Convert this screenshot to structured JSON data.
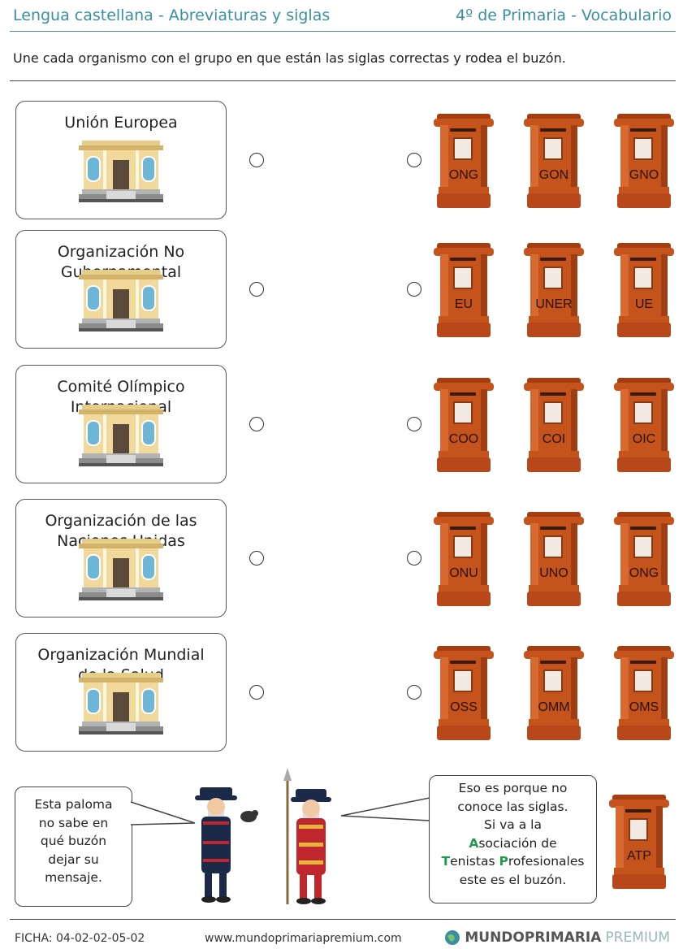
{
  "header": {
    "left": "Lengua castellana - Abreviaturas y siglas",
    "right": "4º de Primaria - Vocabulario"
  },
  "instruction": "Une cada organismo con el grupo en que están las siglas correctas y rodea el buzón.",
  "rows": [
    {
      "label": [
        "Unión Europea"
      ],
      "mailboxes": [
        "ONG",
        "GON",
        "GNO"
      ]
    },
    {
      "label": [
        "Organización No",
        "Gubernamental"
      ],
      "mailboxes": [
        "EU",
        "UNER",
        "UE"
      ]
    },
    {
      "label": [
        "Comité Olímpico",
        "Internacional"
      ],
      "mailboxes": [
        "COO",
        "COI",
        "OIC"
      ]
    },
    {
      "label": [
        "Organización de las",
        "Naciones Unidas"
      ],
      "mailboxes": [
        "ONU",
        "UNO",
        "ONG"
      ]
    },
    {
      "label": [
        "Organización Mundial",
        "de la Salud"
      ],
      "mailboxes": [
        "OSS",
        "OMM",
        "OMS"
      ]
    }
  ],
  "bubble_left": [
    "Esta paloma",
    "no sabe en",
    "qué buzón",
    "dejar su",
    "mensaje."
  ],
  "bubble_right": {
    "line1": "Eso es porque no",
    "line2": "conoce las siglas.",
    "line3": "Si va a la",
    "line4_hl": "A",
    "line4": "sociación de",
    "line5_hl1": "T",
    "line5a": "enistas ",
    "line5_hl2": "P",
    "line5b": "rofesionales",
    "line6": "este es el buzón."
  },
  "example_mailbox": "ATP",
  "footer": {
    "ficha": "FICHA:  04-02-02-05-02",
    "url": "www.mundoprimariapremium.com",
    "logo_bold": "MUNDOPRIMARIA",
    "logo_light": "PREMIUM"
  },
  "colors": {
    "accent": "#3a8fa0",
    "mailbox": "#c4531c",
    "highlight": "#1f9a4e"
  }
}
